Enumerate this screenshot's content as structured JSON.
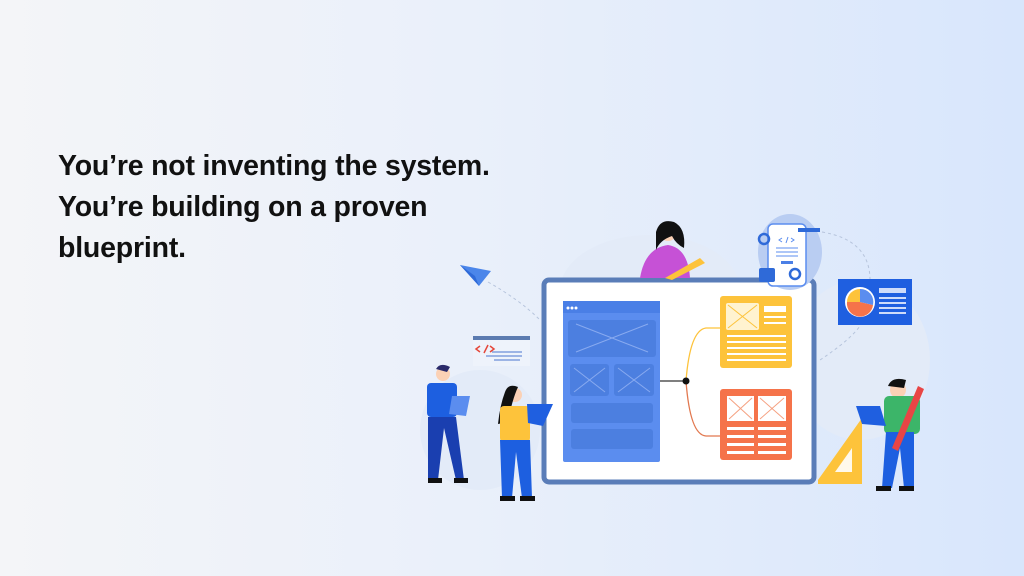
{
  "headline": {
    "lines": [
      "You’re not inventing the system.",
      "You’re building on a proven",
      "blueprint."
    ]
  },
  "colors": {
    "board_frame": "#5a7db8",
    "wireframe_blue": "#5b8def",
    "card_yellow": "#fdc33b",
    "card_orange": "#f5734a",
    "chart_card": "#1f5fe0"
  }
}
